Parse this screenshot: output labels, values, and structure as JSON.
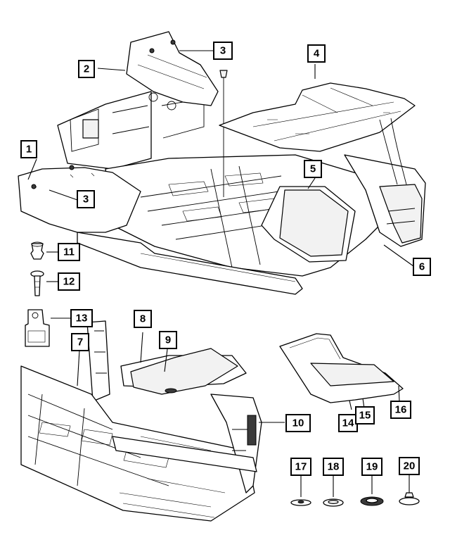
{
  "callouts": {
    "c1": "1",
    "c2": "2",
    "c3a": "3",
    "c3b": "3",
    "c4": "4",
    "c5": "5",
    "c6": "6",
    "c7": "7",
    "c8": "8",
    "c9": "9",
    "c10": "10",
    "c11": "11",
    "c12": "12",
    "c13": "13",
    "c14": "14",
    "c15": "15",
    "c16": "16",
    "c17": "17",
    "c18": "18",
    "c19": "19",
    "c20": "20"
  },
  "colors": {
    "line": "#000000",
    "background": "#ffffff",
    "panel_fill": "#f2f2f2"
  }
}
